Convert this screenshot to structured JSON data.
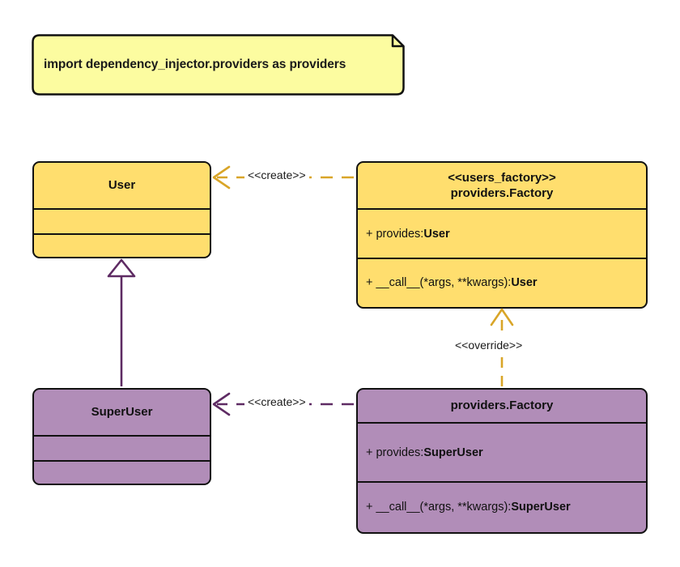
{
  "diagram": {
    "title": "Factory provider override UML class diagram",
    "colors": {
      "note_fill": "#FCFCA0",
      "user_fill": "#FFDE6E",
      "superuser_fill": "#B18DB8",
      "border": "#111111",
      "gold_connector": "#D9A528",
      "plum_connector": "#5E2B63"
    }
  },
  "note": {
    "text": "import dependency_injector.providers as providers"
  },
  "classes": {
    "user": {
      "name": "User",
      "stereotype": "",
      "attributes": [
        ""
      ],
      "methods": [
        ""
      ]
    },
    "users_factory": {
      "stereotype": "<<users_factory>>",
      "name": "providers.Factory",
      "attribute_prefix": "+ provides: ",
      "attribute_type": "User",
      "method_prefix": "+ __call__(*args, **kwargs): ",
      "method_type": "User"
    },
    "superuser": {
      "name": "SuperUser",
      "stereotype": "",
      "attributes": [
        ""
      ],
      "methods": [
        ""
      ]
    },
    "superuser_factory": {
      "stereotype": "",
      "name": "providers.Factory",
      "attribute_prefix": "+ provides: ",
      "attribute_type": "SuperUser",
      "method_prefix": "+ __call__(*args, **kwargs): ",
      "method_type": "SuperUser"
    }
  },
  "edges": {
    "create_user": {
      "label": "<<create>>",
      "style": "dashed",
      "color": "#D9A528",
      "from": "users_factory",
      "to": "user"
    },
    "create_superuser": {
      "label": "<<create>>",
      "style": "dashed",
      "color": "#5E2B63",
      "from": "superuser_factory",
      "to": "superuser"
    },
    "override": {
      "label": "<<override>>",
      "style": "dashed",
      "color": "#D9A528",
      "from": "superuser_factory",
      "to": "users_factory"
    },
    "generalization": {
      "label": "",
      "style": "solid",
      "color": "#5E2B63",
      "from": "superuser",
      "to": "user"
    }
  }
}
